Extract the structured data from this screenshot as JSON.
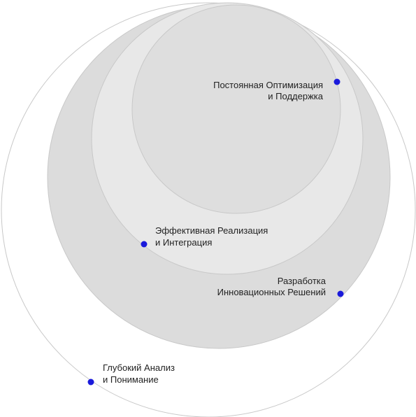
{
  "diagram": {
    "levels": [
      {
        "id": "level-1",
        "line1": "Глубокий Анализ",
        "line2": "и Понимание",
        "fill": "#ffffff",
        "stroke": "#c8c8c8"
      },
      {
        "id": "level-2",
        "line1": "Разработка",
        "line2": "Инновационных Решений",
        "fill": "#dcdcdc",
        "stroke": "#c8c8c8"
      },
      {
        "id": "level-3",
        "line1": "Эффективная Реализация",
        "line2": "и Интеграция",
        "fill": "#e8e8e8",
        "stroke": "#c8c8c8"
      },
      {
        "id": "level-4",
        "line1": "Постоянная Оптимизация",
        "line2": "и Поддержка",
        "fill": "#dedede",
        "stroke": "#c8c8c8"
      }
    ],
    "dot_color": "#1a1adb"
  }
}
